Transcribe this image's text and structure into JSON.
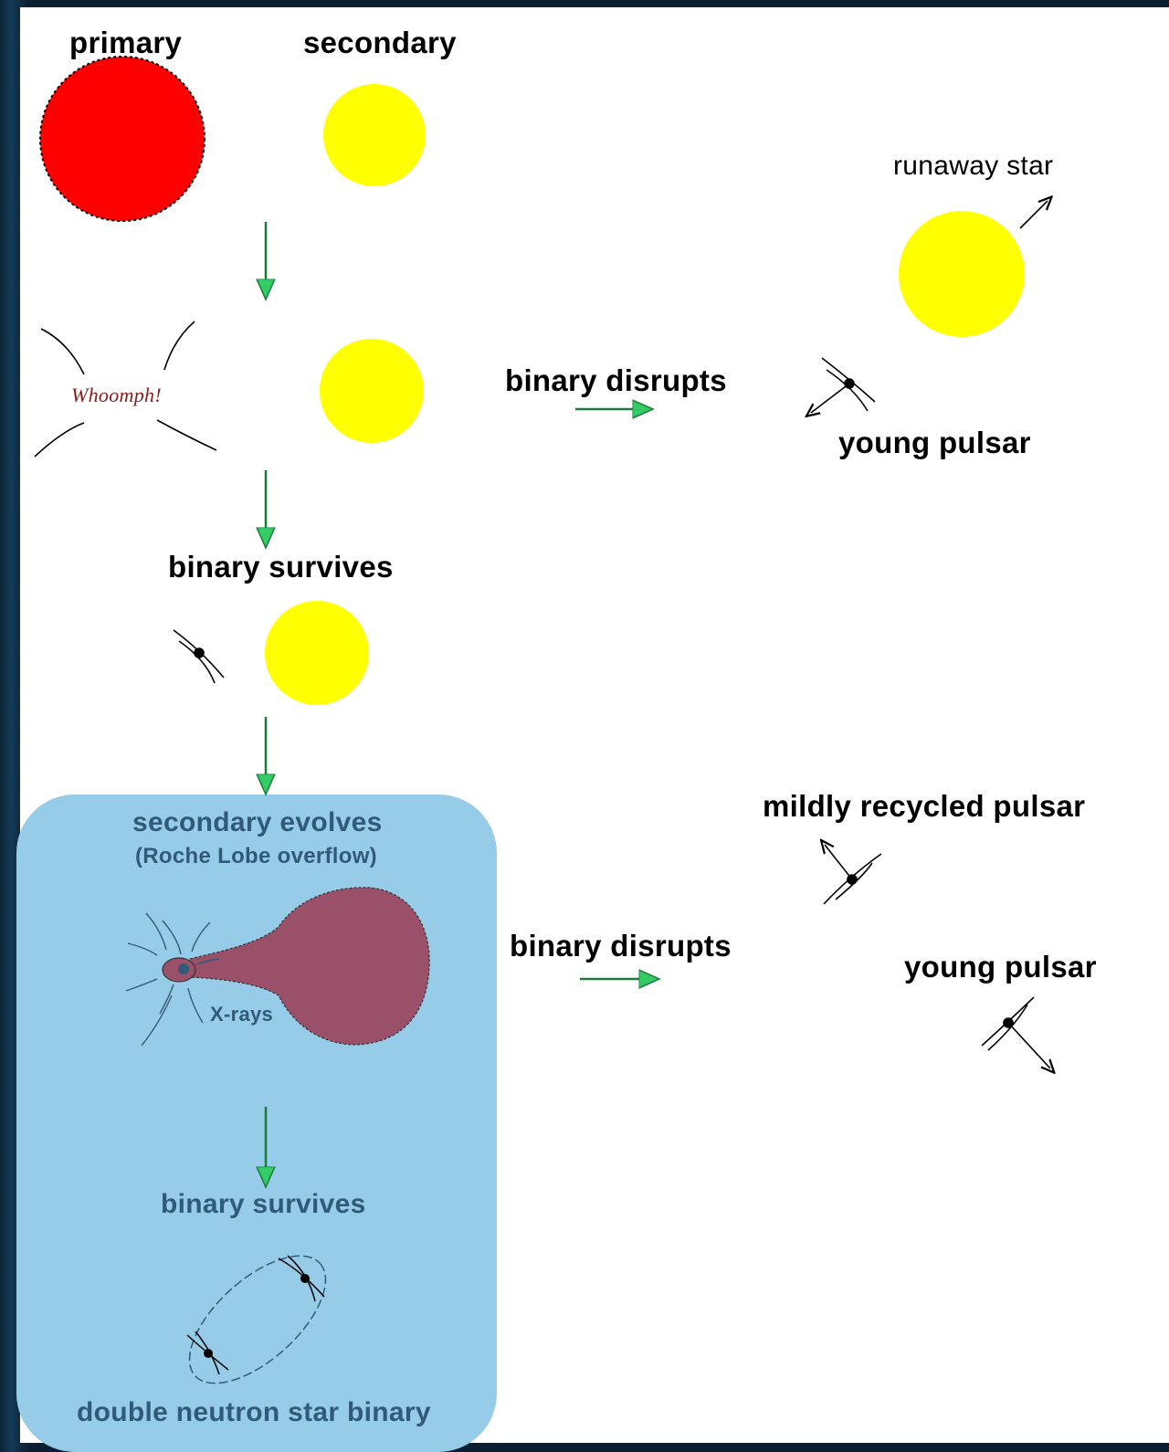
{
  "labels": {
    "primary": "primary",
    "secondary": "secondary",
    "whoomph": "Whoomph!",
    "binary_disrupts_1": "binary disrupts",
    "runaway_star": "runaway star",
    "young_pulsar_1": "young pulsar",
    "binary_survives_1": "binary survives",
    "secondary_evolves": "secondary evolves",
    "roche_lobe": "(Roche Lobe overflow)",
    "x_rays": "X-rays",
    "binary_disrupts_2": "binary disrupts",
    "mildly_recycled_pulsar": "mildly recycled pulsar",
    "young_pulsar_2": "young pulsar",
    "binary_survives_2": "binary survives",
    "double_neutron_star_binary": "double neutron star binary"
  },
  "colors": {
    "primary_star": "#ff0000",
    "secondary_star": "#ffff00",
    "arrow": "#1a7a3a",
    "arrow_head": "#33cc66",
    "panel": "#97cce9",
    "panel_text": "#2f5a78",
    "donor_star": "#9a5068"
  },
  "icons": [
    "primary-star",
    "secondary-star",
    "explosion",
    "pulsar",
    "accretion-donor",
    "binary-orbit"
  ]
}
